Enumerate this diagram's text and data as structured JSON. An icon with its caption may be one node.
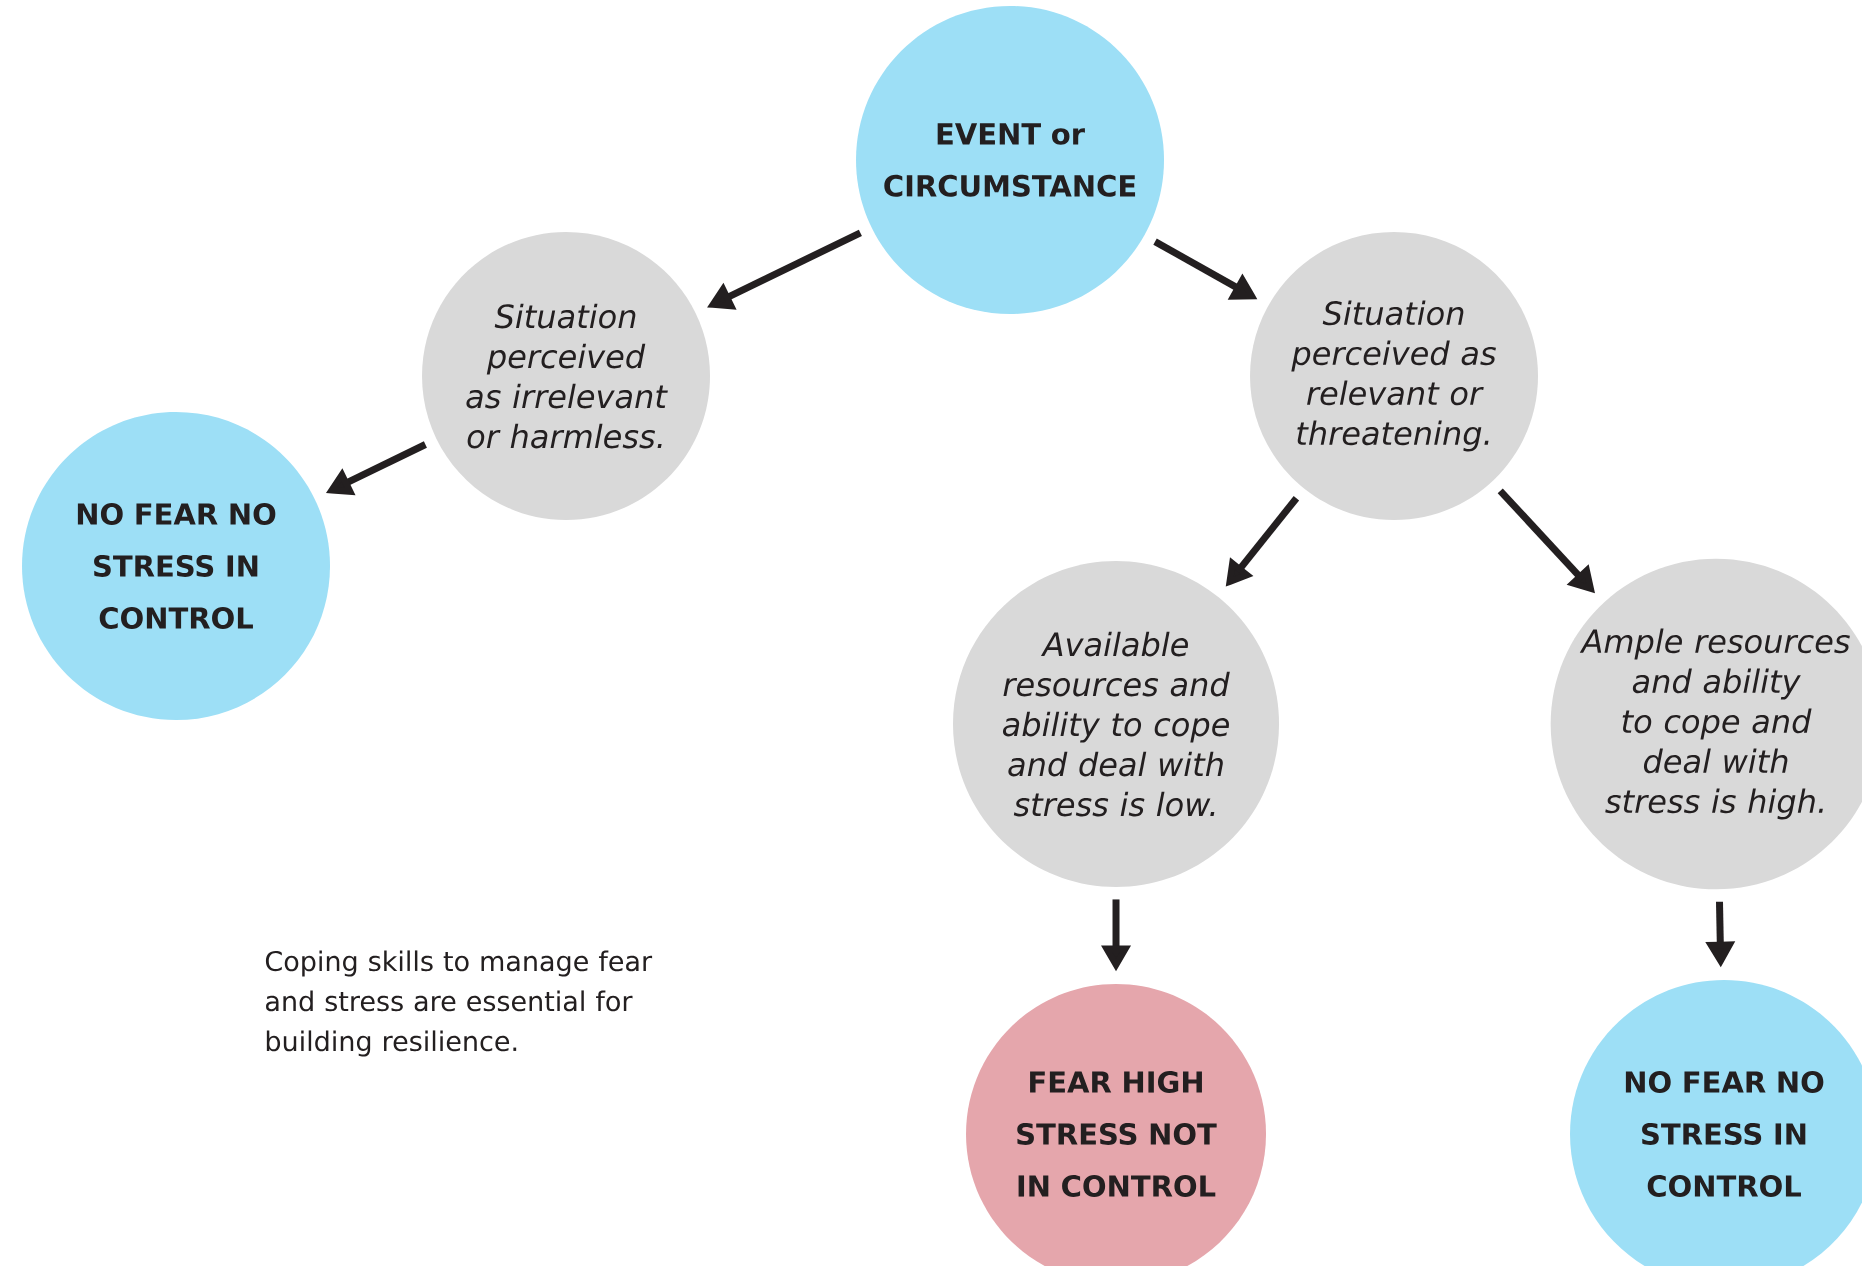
{
  "diagram": {
    "nodes": [
      {
        "text": [
          "EVENT or CIRCUMSTANCE"
        ]
      },
      {
        "text": [
          "Situation perceived as irrelevant or harmless."
        ]
      },
      {
        "text": [
          "Situation perceived as relevant or threatening."
        ]
      },
      {
        "text": [
          "NO FEAR NO STRESS IN CONTROL"
        ]
      },
      {
        "text": [
          "Available resources and ability to cope and deal with stress is low."
        ]
      },
      {
        "text": [
          "Ample resources and ability to cope and deal with stress is high."
        ]
      },
      {
        "text": [
          "FEAR HIGH STRESS NOT IN CONTROL"
        ]
      },
      {
        "text": [
          "NO FEAR NO STRESS IN CONTROL"
        ]
      }
    ],
    "edges": [
      {
        "from": 0,
        "to": 1,
        "arrow": "to"
      },
      {
        "from": 0,
        "to": 2,
        "arrow": "to"
      },
      {
        "from": 1,
        "to": 3,
        "arrow": "to"
      },
      {
        "from": 2,
        "to": 4,
        "arrow": "to"
      },
      {
        "from": 2,
        "to": 5,
        "arrow": "to"
      },
      {
        "from": 4,
        "to": 6,
        "arrow": "to"
      },
      {
        "from": 5,
        "to": 7,
        "arrow": "to"
      }
    ],
    "labels": [
      "Coping skills to manage fear and stress are essential for building resilience."
    ]
  }
}
